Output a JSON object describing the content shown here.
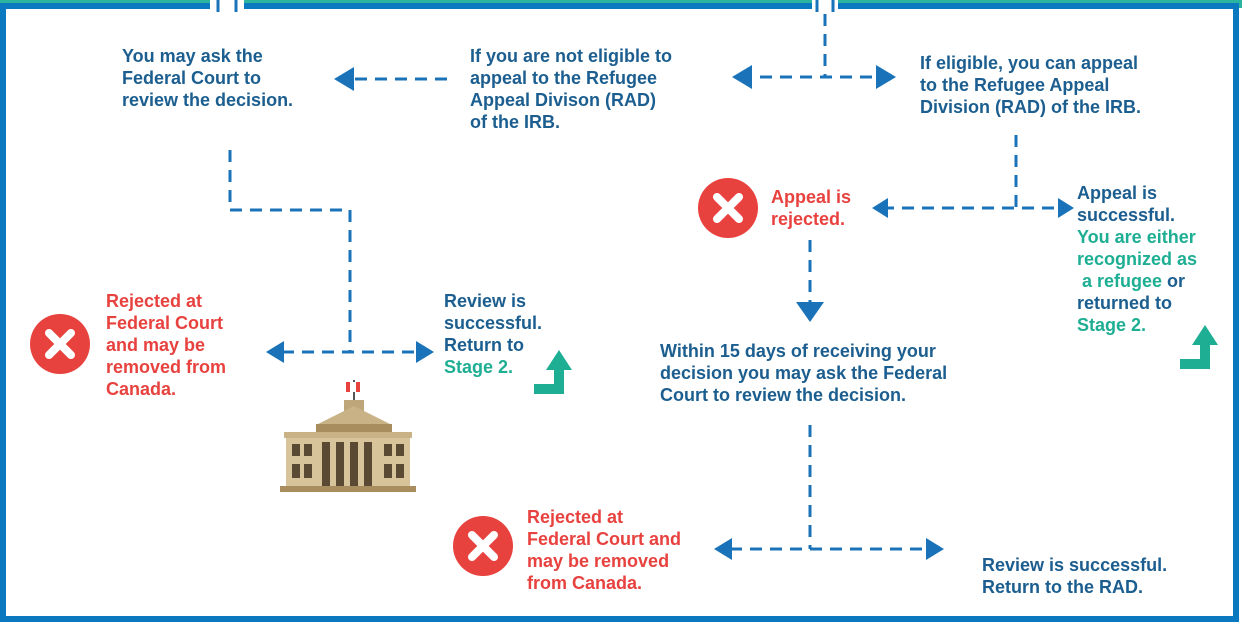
{
  "colors": {
    "frame_blue": "#0b79bf",
    "frame_teal": "#2bb5a0",
    "text_blue": "#1b5e8f",
    "reject_red": "#e8423f",
    "success_teal": "#1dae93",
    "connector": "#1a73b8"
  },
  "nodes": {
    "ask_federal_court": [
      "You may ask the",
      "Federal Court to",
      "review the decision."
    ],
    "not_eligible": [
      "If you are not eligible to",
      "appeal to the Refugee",
      "Appeal Divison (RAD)",
      "of the IRB."
    ],
    "eligible": [
      "If eligible, you can appeal",
      "to the Refugee Appeal",
      "Division (RAD) of the IRB."
    ],
    "appeal_rejected": [
      "Appeal is",
      "rejected."
    ],
    "appeal_successful": {
      "line1": "Appeal is",
      "line2": "successful.",
      "line3": "You are either",
      "line4": "recognized as",
      "line5": " a refugee",
      "line5_or": " or",
      "line6": "returned to",
      "line7": "Stage 2."
    },
    "rejected_fc_left": [
      "Rejected at",
      "Federal Court",
      "and may be",
      "removed from",
      "Canada."
    ],
    "review_success_left": {
      "line1": "Review is",
      "line2": "successful.",
      "line3": "Return to",
      "line4": "Stage 2."
    },
    "within_15_days": [
      "Within 15 days of receiving your",
      "decision you may ask the Federal",
      "Court to review the decision."
    ],
    "rejected_fc_bottom": [
      "Rejected at",
      "Federal Court and",
      "may be removed",
      "from Canada."
    ],
    "review_success_bottom": [
      "Review is successful.",
      "Return to the RAD."
    ]
  },
  "icons": {
    "reject": "close-x-icon",
    "return": "return-up-arrow-icon",
    "building": "courthouse-with-canadian-flag-icon"
  }
}
